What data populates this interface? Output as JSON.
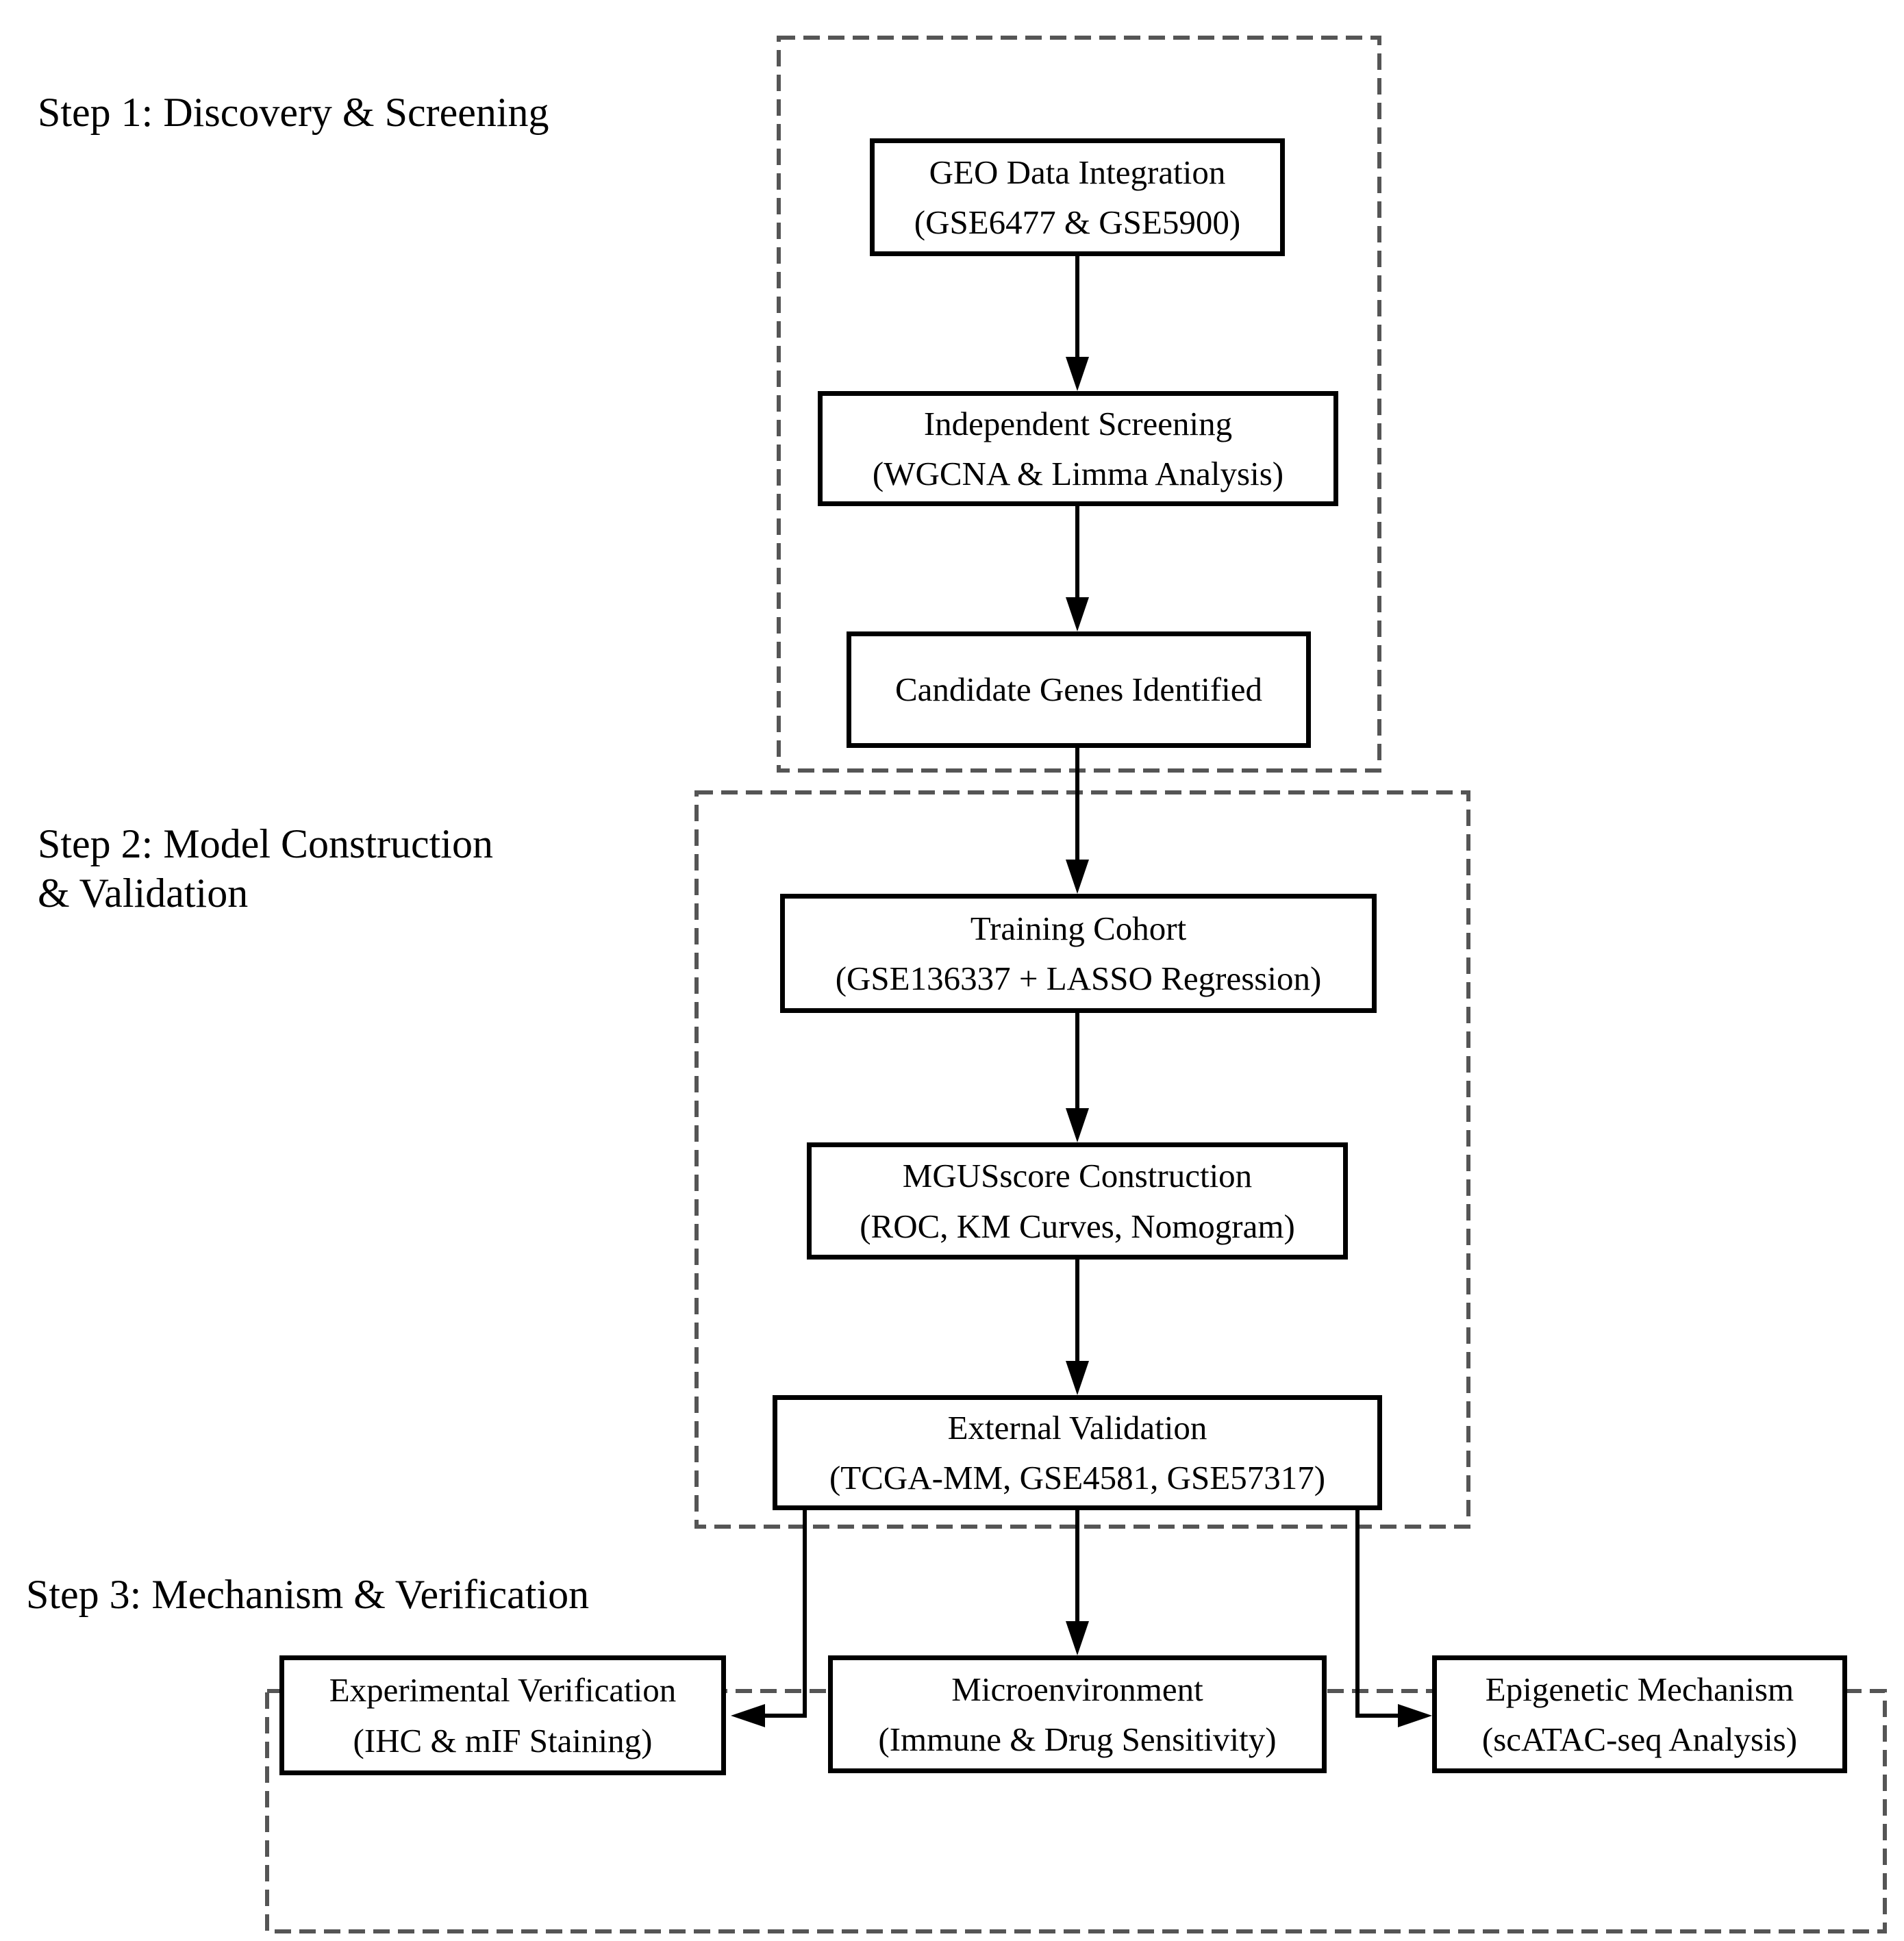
{
  "diagram": {
    "steps": [
      {
        "label": "Step 1: Discovery & Screening"
      },
      {
        "label": "Step 2: Model Construction\n& Validation"
      },
      {
        "label": "Step 3: Mechanism & Verification"
      }
    ],
    "boxes": {
      "geo_data_integration": {
        "line1": "GEO Data Integration",
        "line2": "(GSE6477 & GSE5900)"
      },
      "independent_screening": {
        "line1": "Independent Screening",
        "line2": "(WGCNA & Limma Analysis)"
      },
      "candidate_genes": {
        "line1": "Candidate Genes Identified"
      },
      "training_cohort": {
        "line1": "Training Cohort",
        "line2": "(GSE136337 + LASSO Regression)"
      },
      "mgusscore_construction": {
        "line1": "MGUSscore Construction",
        "line2": "(ROC, KM Curves, Nomogram)"
      },
      "external_validation": {
        "line1": "External Validation",
        "line2": "(TCGA-MM, GSE4581, GSE57317)"
      },
      "experimental_verification": {
        "line1": "Experimental Verification",
        "line2": "(IHC & mIF Staining)"
      },
      "microenvironment": {
        "line1": "Microenvironment",
        "line2": "(Immune & Drug Sensitivity)"
      },
      "epigenetic_mechanism": {
        "line1": "Epigenetic Mechanism",
        "line2": "(scATAC-seq Analysis)"
      }
    },
    "colors": {
      "box_border": "#000000",
      "text": "#000000",
      "dashed_border": "#555555",
      "background": "#ffffff"
    }
  }
}
